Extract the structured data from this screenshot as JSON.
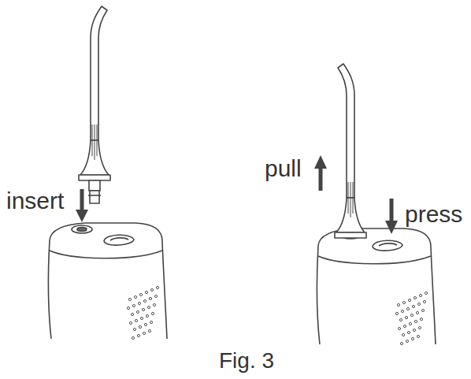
{
  "diagram": {
    "caption": "Fig. 3",
    "labels": [
      "insert",
      "pull",
      "press"
    ]
  }
}
